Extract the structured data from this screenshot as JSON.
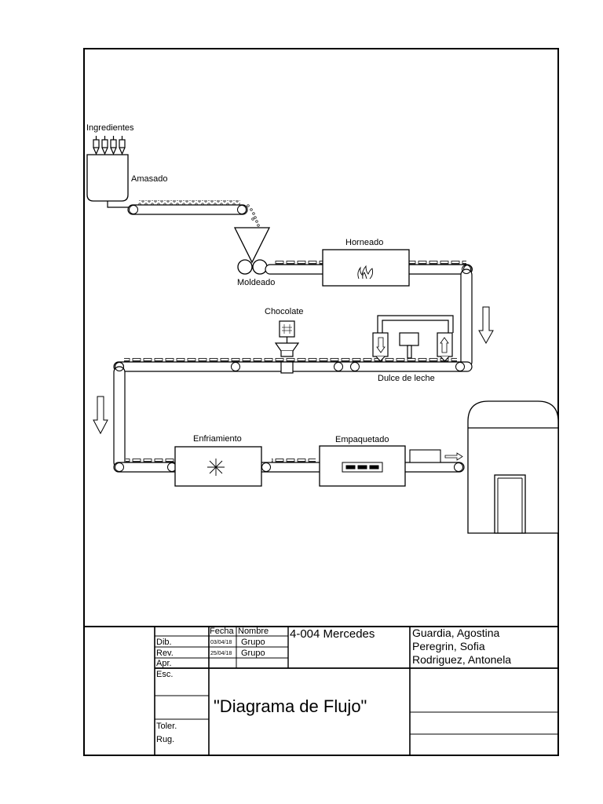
{
  "diagram": {
    "labels": {
      "ingredientes": "Ingredientes",
      "amasado": "Amasado",
      "moldeado": "Moldeado",
      "horneado": "Horneado",
      "chocolate": "Chocolate",
      "dulce_de_leche": "Dulce de leche",
      "enfriamiento": "Enfriamiento",
      "empaquetado": "Empaquetado"
    }
  },
  "title_block": {
    "fecha_header": "Fecha",
    "nombre_header": "Nombre",
    "dib": "Dib.",
    "rev": "Rev.",
    "apr": "Apr.",
    "esc": "Esc.",
    "toler": "Toler.",
    "rug": "Rug.",
    "dib_fecha": "03/04/18",
    "rev_fecha": "25/04/18",
    "dib_nombre": "Grupo",
    "rev_nombre": "Grupo",
    "code": "4-004 Mercedes",
    "authors": [
      "Guardia, Agostina",
      "Peregrin, Sofia",
      "Rodriguez, Antonela"
    ],
    "drawing_title": "\"Diagrama de Flujo\""
  }
}
